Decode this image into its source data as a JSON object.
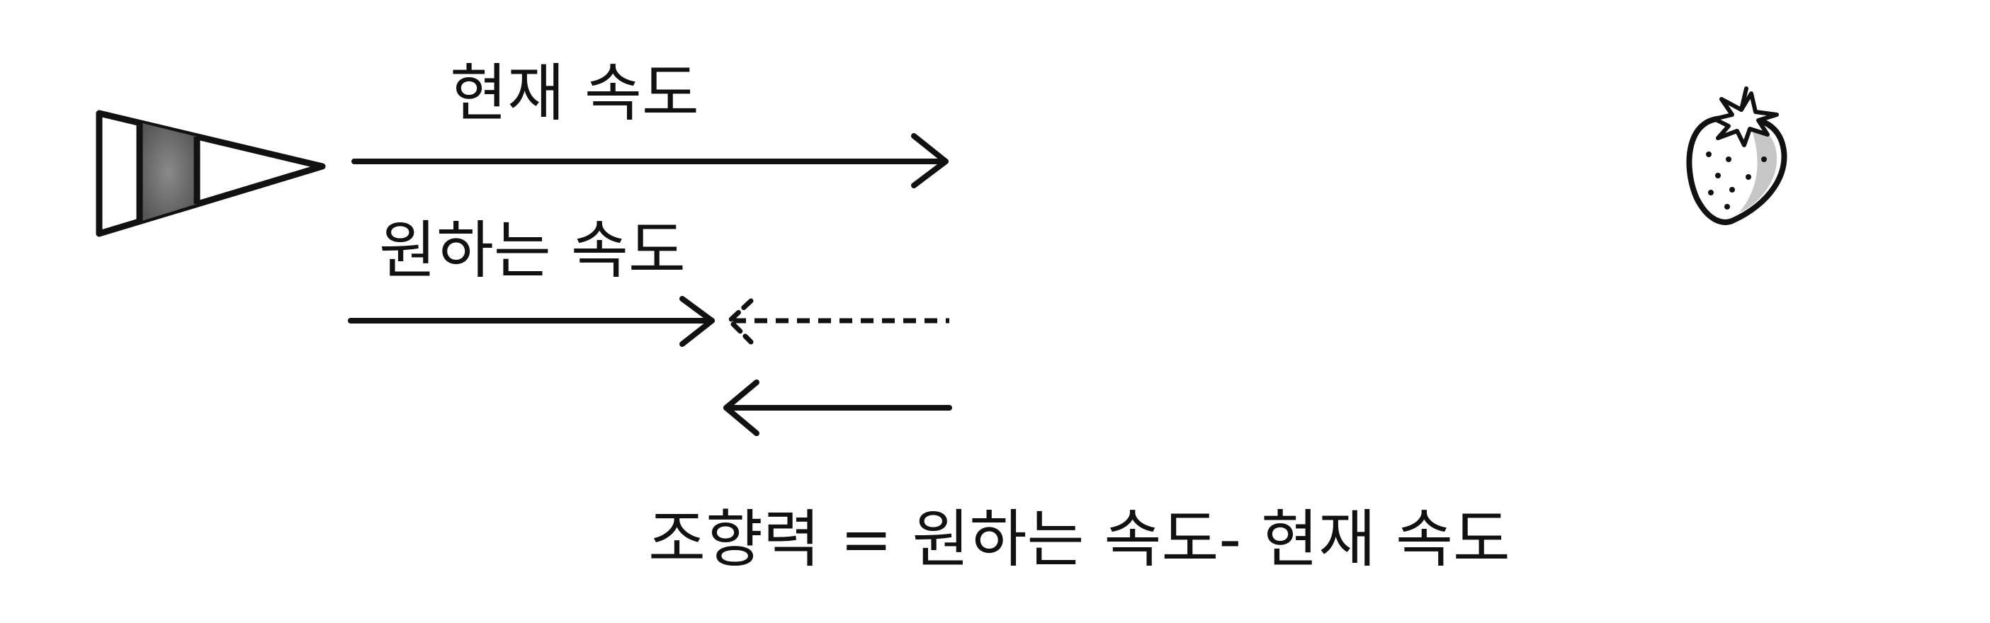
{
  "labels": {
    "current_velocity": "현재 속도",
    "desired_velocity": "원하는 속도",
    "formula": "조향력 = 원하는 속도- 현재 속도"
  },
  "icons": {
    "agent": "triangle-agent-icon",
    "target": "strawberry-icon"
  },
  "colors": {
    "ink": "#111111",
    "agent_fill": "#6b6b6b",
    "background": "#ffffff"
  }
}
